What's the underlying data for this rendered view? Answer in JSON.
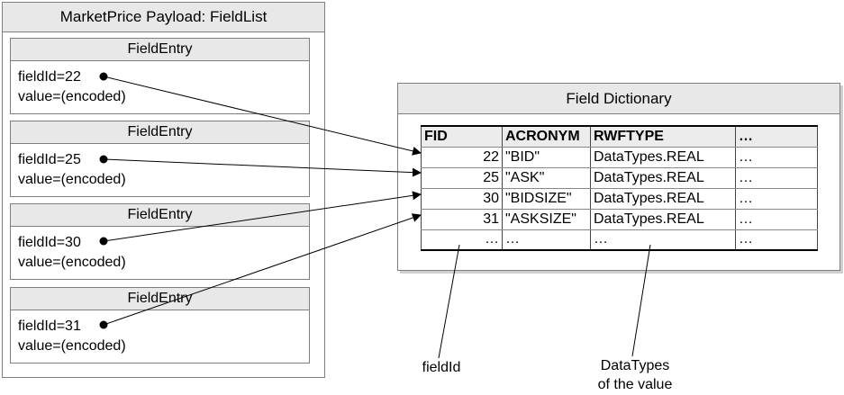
{
  "payload": {
    "title": "MarketPrice Payload: FieldList",
    "entries": [
      {
        "header": "FieldEntry",
        "field_id": "fieldId=22",
        "value": "value=(encoded)"
      },
      {
        "header": "FieldEntry",
        "field_id": "fieldId=25",
        "value": "value=(encoded)"
      },
      {
        "header": "FieldEntry",
        "field_id": "fieldId=30",
        "value": "value=(encoded)"
      },
      {
        "header": "FieldEntry",
        "field_id": "fieldId=31",
        "value": "value=(encoded)"
      }
    ]
  },
  "dictionary": {
    "title": "Field Dictionary",
    "columns": [
      "FID",
      "ACRONYM",
      "RWFTYPE",
      "…"
    ],
    "rows": [
      [
        "22",
        "\"BID\"",
        "DataTypes.REAL",
        "…"
      ],
      [
        "25",
        "\"ASK\"",
        "DataTypes.REAL",
        "…"
      ],
      [
        "30",
        "\"BIDSIZE\"",
        "DataTypes.REAL",
        "…"
      ],
      [
        "31",
        "\"ASKSIZE\"",
        "DataTypes.REAL",
        "…"
      ],
      [
        "…",
        "…",
        "…",
        "…"
      ]
    ]
  },
  "annotations": {
    "fid_label": "fieldId",
    "type_label_line1": "DataTypes",
    "type_label_line2": "of the value"
  }
}
